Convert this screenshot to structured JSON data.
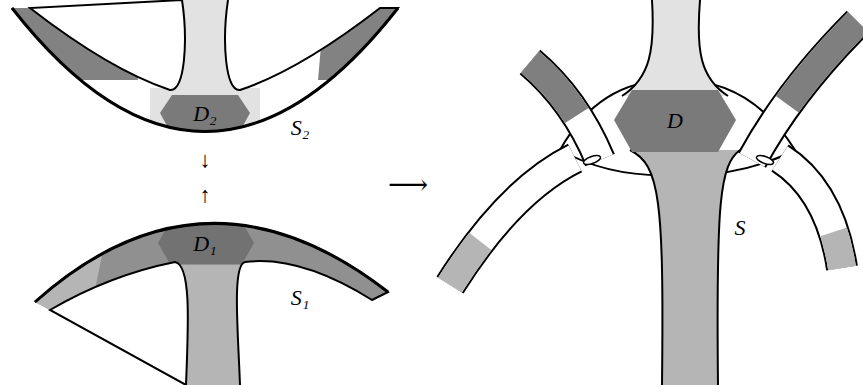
{
  "diagram": {
    "labels": [
      "D₂",
      "S₂",
      "↓",
      "↑",
      "D₁",
      "S₁",
      "⟶",
      "D",
      "S"
    ]
  }
}
